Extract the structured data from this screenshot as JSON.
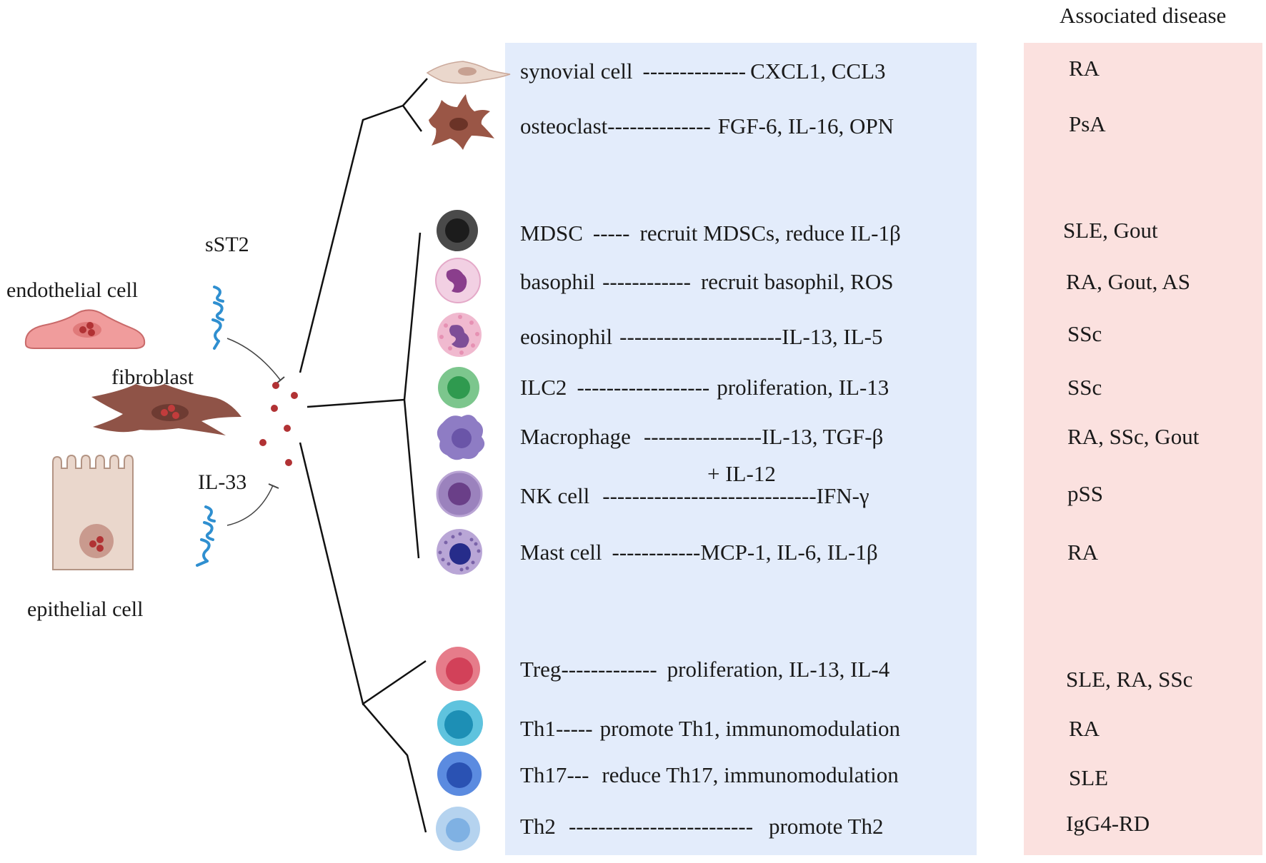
{
  "header": {
    "associated_disease": "Associated disease"
  },
  "left": {
    "sst2": "sST2",
    "endothelial": "endothelial cell",
    "fibroblast": "fibroblast",
    "epithelial": "epithelial cell",
    "il33": "IL-33"
  },
  "colors": {
    "blue_panel": "#e3ecfb",
    "pink_panel": "#fbe1df",
    "receptor": "#2f8fd0",
    "il33_dot": "#b13234"
  },
  "groups": {
    "joint": [
      {
        "cell": "synovial  cell",
        "dashes": "--------------",
        "effect": "CXCL1, CCL3",
        "disease": "RA",
        "icon": "synovial-cell-icon"
      },
      {
        "cell": "osteoclast",
        "dashes": "--------------",
        "effect": "FGF-6, IL-16, OPN",
        "disease": "PsA",
        "icon": "osteoclast-icon"
      }
    ],
    "innate": [
      {
        "cell": "MDSC",
        "dashes": "-----",
        "effect": "recruit MDSCs, reduce IL-1β",
        "disease": "SLE, Gout",
        "icon": "mdsc-icon"
      },
      {
        "cell": "basophil",
        "dashes": "------------",
        "effect": "recruit basophil,  ROS",
        "disease": "RA, Gout, AS",
        "icon": "basophil-icon"
      },
      {
        "cell": "eosinophil",
        "dashes": "----------------------",
        "effect": "IL-13, IL-5",
        "disease": "SSc",
        "icon": "eosinophil-icon"
      },
      {
        "cell": "ILC2",
        "dashes": "------------------",
        "effect": "proliferation, IL-13",
        "disease": "SSc",
        "icon": "ilc2-icon"
      },
      {
        "cell": "Macrophage",
        "dashes": "----------------",
        "effect": "IL-13, TGF-β",
        "disease": "RA, SSc, Gout",
        "icon": "macrophage-icon"
      },
      {
        "cell": "NK cell",
        "dashes": "-----------------------------",
        "effect": "IFN-γ",
        "disease": "pSS",
        "icon": "nk-cell-icon",
        "note": "+ IL-12"
      },
      {
        "cell": "Mast cell",
        "dashes": "------------",
        "effect": "MCP-1,  IL-6,  IL-1β",
        "disease": "RA",
        "icon": "mast-cell-icon"
      }
    ],
    "adaptive": [
      {
        "cell": "Treg",
        "dashes": "-------------",
        "effect": "proliferation, IL-13, IL-4",
        "disease": "SLE, RA, SSc",
        "icon": "treg-icon"
      },
      {
        "cell": "Th1",
        "dashes": "-----",
        "effect": "promote Th1, immunomodulation",
        "disease": "RA",
        "icon": "th1-icon"
      },
      {
        "cell": "Th17",
        "dashes": "---",
        "effect": "reduce Th17, immunomodulation",
        "disease": "SLE",
        "icon": "th17-icon"
      },
      {
        "cell": "Th2",
        "dashes": "-------------------------",
        "effect": "promote Th2",
        "disease": "IgG4-RD",
        "icon": "th2-icon"
      }
    ]
  }
}
